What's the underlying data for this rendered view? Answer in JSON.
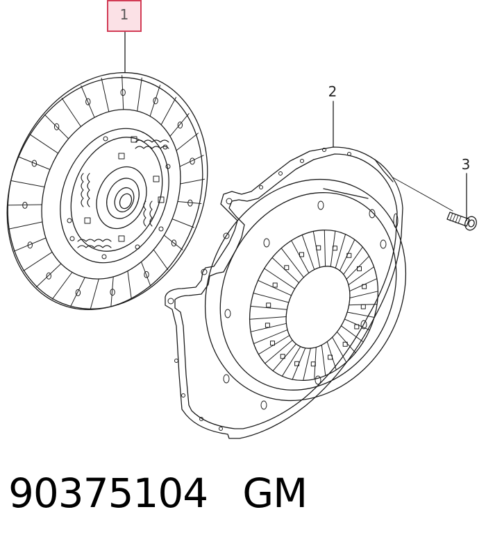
{
  "callouts": [
    {
      "label": "1",
      "highlighted": true
    },
    {
      "label": "2",
      "highlighted": false
    },
    {
      "label": "3",
      "highlighted": false
    }
  ],
  "footer": {
    "part_number": "90375104",
    "brand": "GM"
  },
  "colors": {
    "highlight_fill": "#fbe1e6",
    "highlight_border": "#d23b55",
    "line": "#1a1a1a"
  }
}
